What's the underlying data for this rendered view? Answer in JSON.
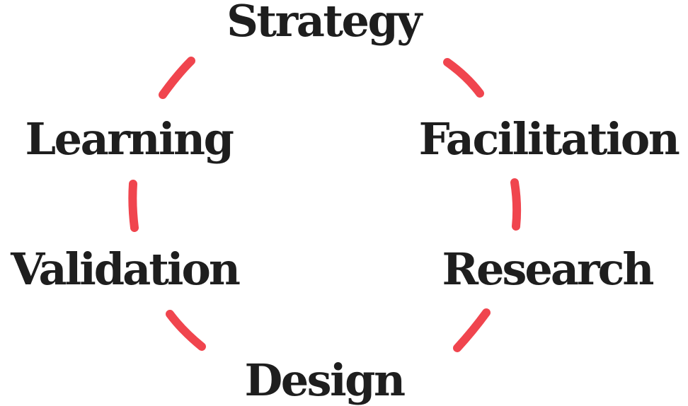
{
  "diagram": {
    "type": "cycle",
    "accent_color": "#f0454e",
    "text_color": "#1e1e1e",
    "stages": [
      {
        "label": "Strategy"
      },
      {
        "label": "Facilitation"
      },
      {
        "label": "Research"
      },
      {
        "label": "Design"
      },
      {
        "label": "Validation"
      },
      {
        "label": "Learning"
      }
    ]
  }
}
